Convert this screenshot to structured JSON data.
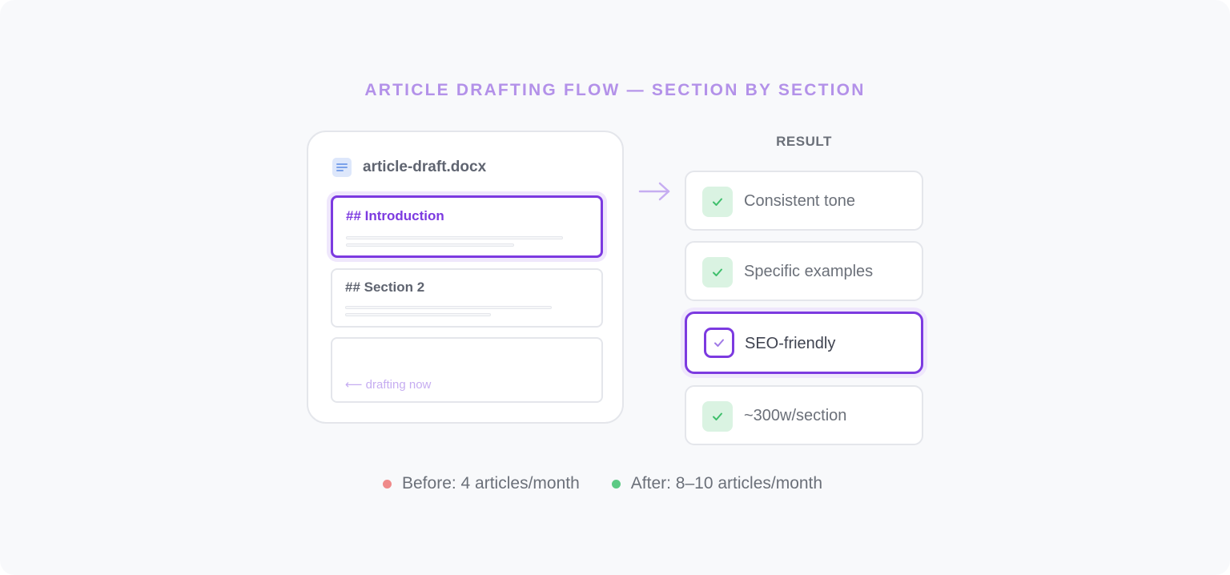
{
  "title": "ARTICLE DRAFTING FLOW — SECTION BY SECTION",
  "document": {
    "filename": "article-draft.docx",
    "icon": "document-icon",
    "sections": [
      {
        "heading": "## Introduction",
        "state": "active"
      },
      {
        "heading": "## Section 2",
        "state": "done"
      },
      {
        "heading": "",
        "state": "drafting",
        "note": "⟵ drafting now"
      }
    ]
  },
  "result": {
    "label": "RESULT",
    "items": [
      {
        "text": "Consistent tone",
        "icon": "check-icon",
        "active": false
      },
      {
        "text": "Specific examples",
        "icon": "check-icon",
        "active": false
      },
      {
        "text": "SEO-friendly",
        "icon": "check-icon",
        "active": true
      },
      {
        "text": "~300w/section",
        "icon": "check-icon",
        "active": false
      }
    ]
  },
  "stats": {
    "before": {
      "text": "Before: 4 articles/month",
      "color": "#ef8a8a"
    },
    "after": {
      "text": "After: 8–10 articles/month",
      "color": "#5cca84"
    }
  },
  "colors": {
    "accent": "#7c3ae0",
    "title": "#b391e9",
    "check_bg": "#daf3e2",
    "check": "#3fbf6c"
  }
}
